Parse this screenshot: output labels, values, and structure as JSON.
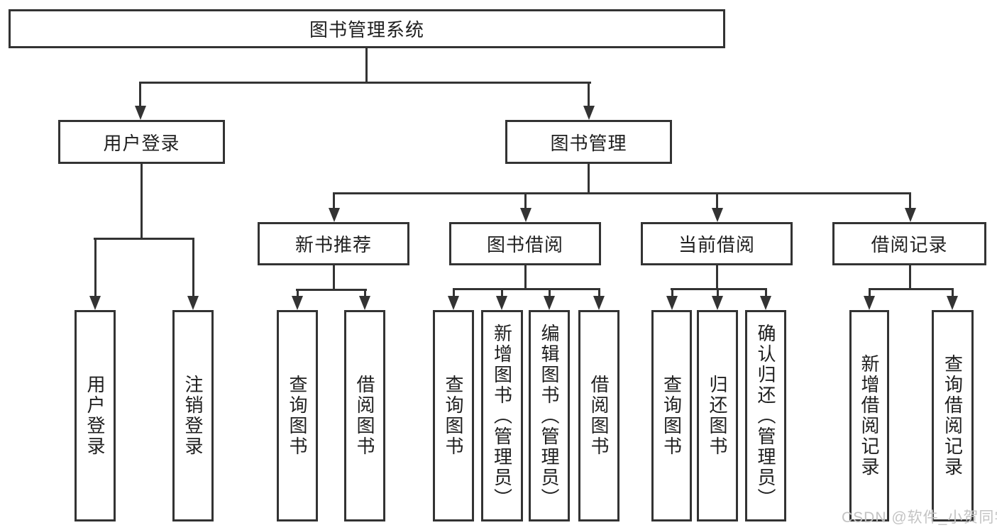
{
  "diagram": {
    "root": {
      "label": "图书管理系统"
    },
    "branches": [
      {
        "label": "用户登录",
        "children": [
          "用户登录",
          "注销登录"
        ]
      },
      {
        "label": "图书管理",
        "sections": [
          {
            "label": "新书推荐",
            "children": [
              "查询图书",
              "借阅图书"
            ]
          },
          {
            "label": "图书借阅",
            "children": [
              "查询图书",
              "新增图书（管理员）",
              "编辑图书（管理员）",
              "借阅图书"
            ]
          },
          {
            "label": "当前借阅",
            "children": [
              "查询图书",
              "归还图书",
              "确认归还（管理员）"
            ]
          },
          {
            "label": "借阅记录",
            "children": [
              "新增借阅记录",
              "查询借阅记录"
            ]
          }
        ]
      }
    ]
  },
  "watermark": "CSDN @软件_小贺同学",
  "colors": {
    "line": "#333333",
    "text": "#1f1f1f",
    "watermark": "#c3c3c3",
    "background": "#ffffff"
  }
}
